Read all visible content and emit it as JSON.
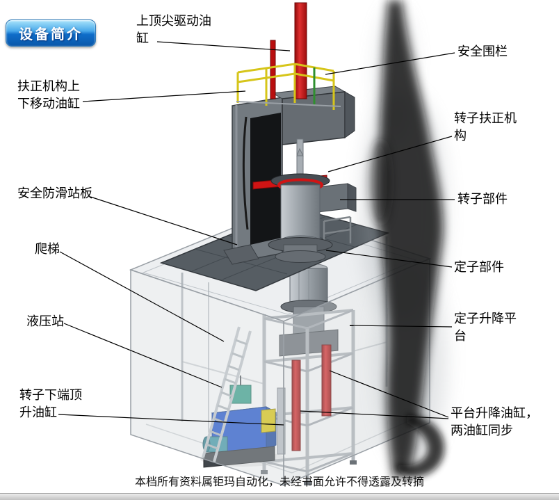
{
  "badge": {
    "label": "设备简介"
  },
  "annotations": [
    {
      "id": "top-drive-cylinder",
      "text": "上顶尖驱动油缸"
    },
    {
      "id": "safety-fence",
      "text": "安全围栏"
    },
    {
      "id": "centering-updown-cyl",
      "text": "扶正机构上下移动油缸"
    },
    {
      "id": "rotor-centering",
      "text": "转子扶正机构"
    },
    {
      "id": "antislip-plate",
      "text": "安全防滑站板"
    },
    {
      "id": "rotor-part",
      "text": "转子部件"
    },
    {
      "id": "ladder",
      "text": "爬梯"
    },
    {
      "id": "stator-part",
      "text": "定子部件"
    },
    {
      "id": "hydraulic-station",
      "text": "液压站"
    },
    {
      "id": "stator-lift-platform",
      "text": "定子升降平台"
    },
    {
      "id": "rotor-bottom-jack",
      "text": "转子下端顶升油缸"
    },
    {
      "id": "platform-lift-cyls",
      "text": "平台升降油缸，两油缸同步"
    }
  ],
  "footer": {
    "notice": "本档所有资料属钜玛自动化，未经书面允许不得透露及转摘"
  },
  "colors": {
    "accent_red": "#c41010",
    "hydraulic_blue": "#2257cf",
    "badge_blue": "#0e6cc9",
    "rail_yellow": "#d6c51a"
  }
}
